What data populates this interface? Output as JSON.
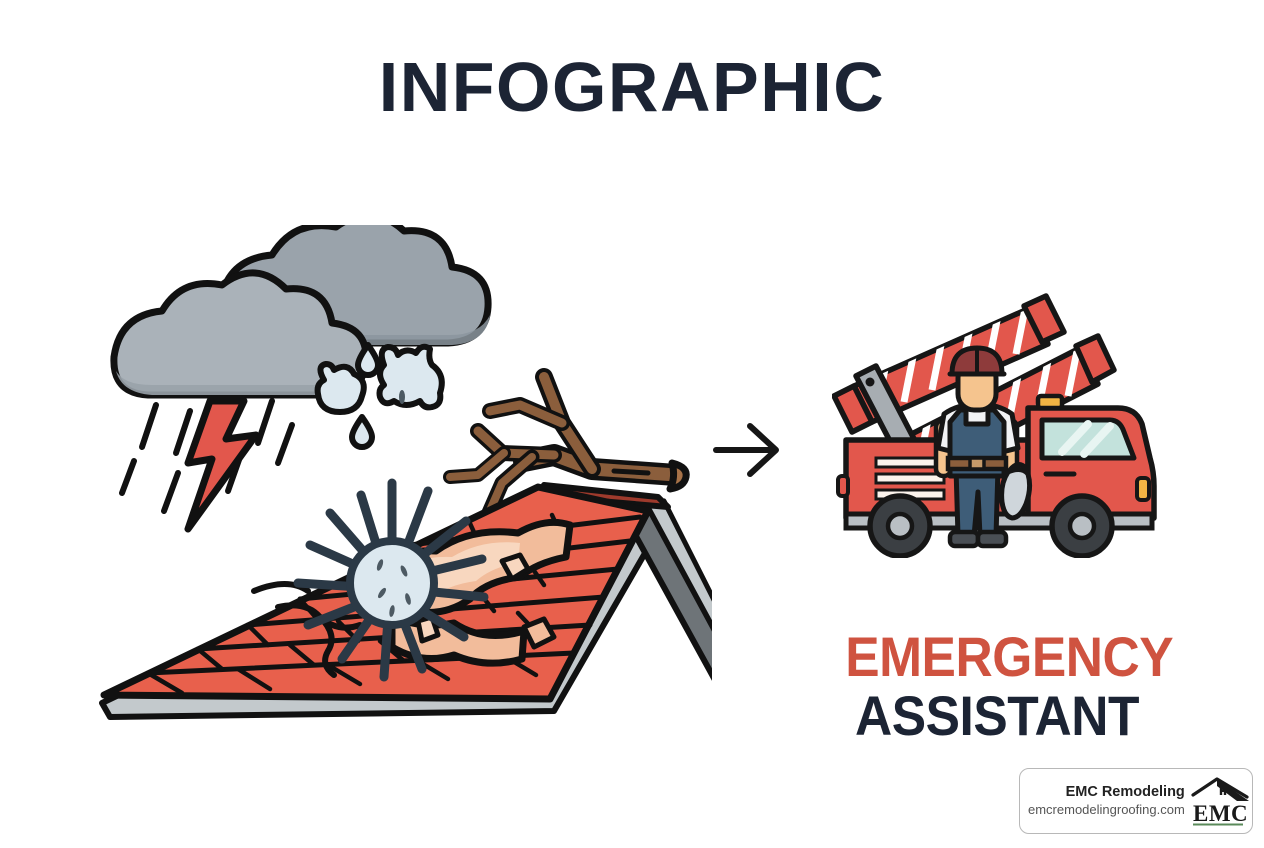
{
  "page": {
    "title": "INFOGRAPHIC",
    "background_color": "#ffffff"
  },
  "headline": {
    "emergency": "EMERGENCY",
    "assistant": "ASSISTANT"
  },
  "brand": {
    "name": "EMC Remodeling",
    "url": "emcremodelingroofing.com",
    "logo_text": "EMC"
  },
  "flow": {
    "arrow_icon": "arrow-right-icon",
    "left_panel": "storm-damaged-roof-illustration",
    "right_panel": "emergency-response-truck-illustration"
  },
  "illustration": {
    "storm": {
      "cloud_back_color": "#9aa3ab",
      "cloud_front_color": "#aab2b9",
      "lightning_color": "#E2574C",
      "hail_color": "#dce8ef",
      "rain_color": "#1a1a1a",
      "outline_color": "#111111"
    },
    "roof": {
      "shingle_color": "#E8604C",
      "shingle_dark_color": "#D4503C",
      "damage_color": "#F2BC9B",
      "damage_light_color": "#F8D7BF",
      "deck_color": "#C3C9CC",
      "deck_dark_color": "#6E7478",
      "ridge_color": "#9E3A2C"
    },
    "branch": {
      "bark_color": "#8B5E3C",
      "bark_light_color": "#A77248"
    },
    "truck": {
      "body_color": "#E2574C",
      "body_dark_color": "#C94436",
      "ladder_color": "#E2574C",
      "ladder_stripe_color": "#FFFFFF",
      "arm_color": "#A7ADB2",
      "window_color": "#C3E2DC",
      "tire_color": "#3B3F43",
      "hub_color": "#B9BFC4",
      "beacon_color": "#F2B544",
      "chassis_color": "#B9BFC4"
    },
    "worker": {
      "helmet_color": "#8E3B3B",
      "skin_color": "#F5C48E",
      "shirt_color": "#F2F3F5",
      "overalls_color": "#3E5D78",
      "belt_color": "#8B5E3C",
      "boot_color": "#4A4F55",
      "tool_color": "#CFD6DB"
    }
  }
}
